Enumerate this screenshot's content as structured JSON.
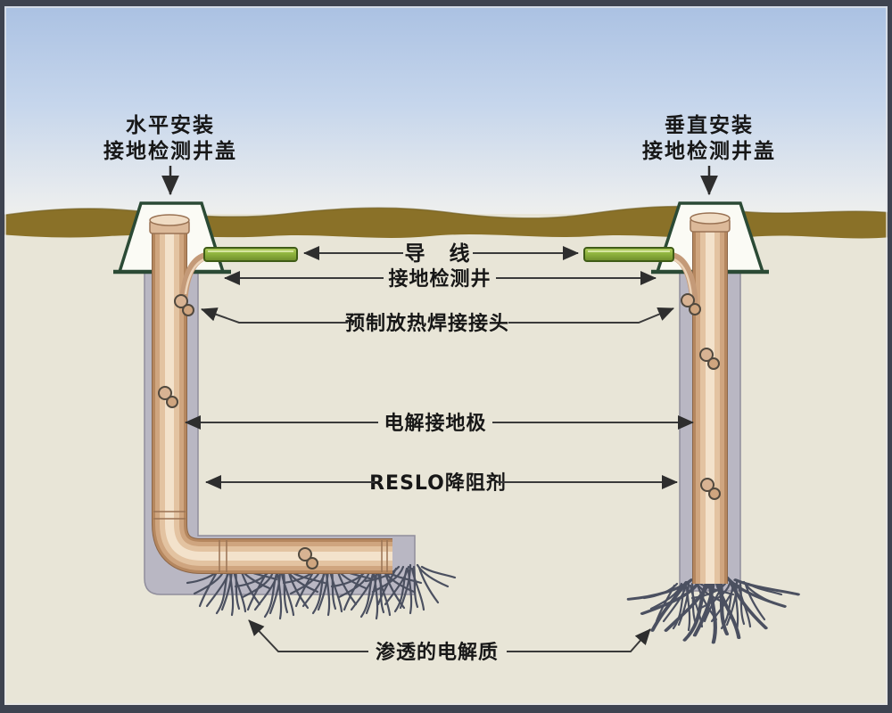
{
  "scene": {
    "left_label": {
      "line1": "水平安装",
      "line2": "接地检测井盖"
    },
    "right_label": {
      "line1": "垂直安装",
      "line2": "接地检测井盖"
    },
    "callouts": {
      "conductor": "导　线",
      "well": "接地检测井",
      "weld_joint": "预制放热焊接接头",
      "electrode": "电解接地极",
      "reducer": "RESLO降阻剂",
      "electrolyte": "渗透的电解质"
    },
    "colors": {
      "sky_top": "#a9c0e2",
      "sky_horizon": "#f4f2ec",
      "soil_band": "#8a7128",
      "underground": "#e8e5d7",
      "backfill_gray": "#b9b7c3",
      "pipe_copper": "#cfa57f",
      "pipe_highlight": "#f3e2cb",
      "wire_green": "#8fb43f",
      "cover_outline": "#2b4a35",
      "roots": "#4b5060",
      "text": "#171717",
      "arrow": "#3a3a3a",
      "frame": "#3e4350"
    }
  }
}
